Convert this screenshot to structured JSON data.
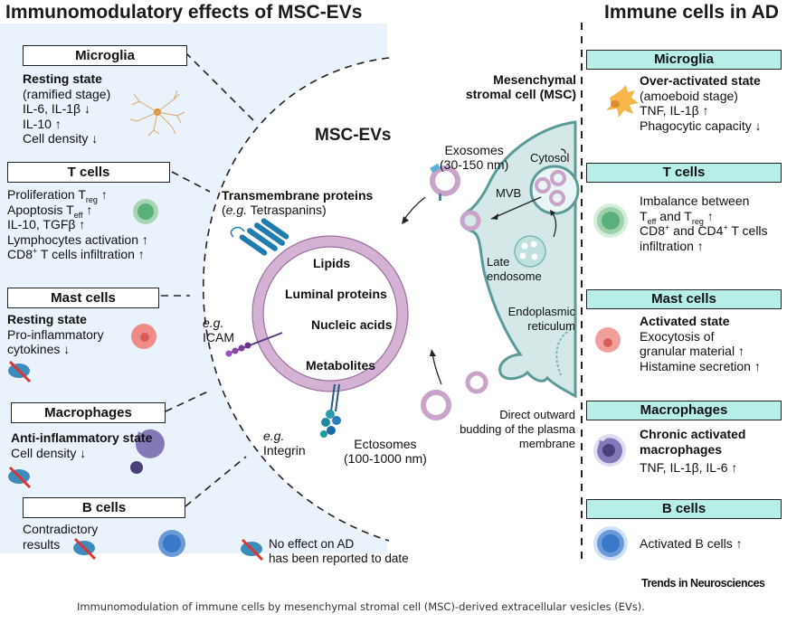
{
  "figure": {
    "left_title": "Immunomodulatory effects of MSC-EVs",
    "right_title": "Immune cells in AD",
    "center_title": "MSC-EVs",
    "journal": "Trends in Neurosciences",
    "caption": "Immunomodulation of immune cells by mesenchymal stromal cell (MSC)-derived extracellular vesicles (EVs)."
  },
  "left_panel": {
    "microglia": {
      "header": "Microglia",
      "state": "Resting state",
      "lines": [
        "(ramified stage)",
        "IL-6, IL-1β ↓",
        "IL-10 ↑",
        "Cell density ↓"
      ]
    },
    "tcells": {
      "header": "T cells",
      "lines": [
        {
          "pre": "Proliferation T",
          "sub": "reg",
          "post": " ↑"
        },
        {
          "pre": "Apoptosis T",
          "sub": "eff",
          "post": " ↑"
        },
        {
          "pre": "IL-10, TGFβ ↑",
          "sub": "",
          "post": ""
        },
        {
          "pre": "Lymphocytes activation ↑",
          "sub": "",
          "post": ""
        },
        {
          "pre": "CD8",
          "sup": "+",
          "post": " T cells infiltration ↑"
        }
      ]
    },
    "mast": {
      "header": "Mast cells",
      "state": "Resting state",
      "lines": [
        "Pro-inflammatory",
        "cytokines ↓"
      ]
    },
    "macrophages": {
      "header": "Macrophages",
      "state": "Anti-inflammatory state",
      "lines": [
        "Cell density ↓"
      ]
    },
    "bcells": {
      "header": "B cells",
      "lines": [
        "Contradictory",
        "results"
      ]
    },
    "legend": {
      "icon": "crossed-brain-icon",
      "lines": [
        "No effect on AD",
        "has been reported to date"
      ]
    }
  },
  "center": {
    "transmembrane": {
      "title": "Transmembrane proteins",
      "eg": "e.g.",
      "example": " Tetraspanins)"
    },
    "cargo": [
      "Lipids",
      "Luminal proteins",
      "Nucleic acids",
      "Metabolites"
    ],
    "icam": [
      "e.g.",
      "ICAM"
    ],
    "integrin": [
      "e.g.",
      "Integrin"
    ],
    "exosomes": [
      "Exosomes",
      "(30-150 nm)"
    ],
    "ectosomes": [
      "Ectosomes",
      "(100-1000 nm)"
    ],
    "msc": [
      "Mesenchymal",
      "stromal cell (MSC)"
    ],
    "cytosol": "Cytosol",
    "mvb": "MVB",
    "late_endosome": [
      "Late",
      "endosome"
    ],
    "er": [
      "Endoplasmic",
      "reticulum"
    ],
    "budding": [
      "Direct outward",
      "budding of the plasma",
      "membrane"
    ]
  },
  "right_panel": {
    "microglia": {
      "header": "Microglia",
      "state": "Over-activated state",
      "lines": [
        "(amoeboid stage)",
        "TNF, IL-1β ↑",
        "Phagocytic capacity ↓"
      ]
    },
    "tcells": {
      "header": "T cells",
      "line1": "Imbalance between",
      "line2_a": "T",
      "line2_sub1": "eff",
      "line2_b": " and T",
      "line2_sub2": "reg",
      "line2_c": " ↑",
      "line3_a": "CD8",
      "line3_sup1": "+",
      "line3_b": " and CD4",
      "line3_sup2": "+",
      "line3_c": " T cells",
      "line4": "infiltration ↑"
    },
    "mast": {
      "header": "Mast cells",
      "state": "Activated state",
      "lines": [
        "Exocytosis of",
        "granular material ↑",
        "Histamine secretion ↑"
      ]
    },
    "macrophages": {
      "header": "Macrophages",
      "state_lines": [
        "Chronic activated",
        "macrophages"
      ],
      "lines": [
        "TNF, IL-1β, IL-6 ↑"
      ]
    },
    "bcells": {
      "header": "B cells",
      "lines": [
        "Activated B cells ↑"
      ]
    }
  },
  "colors": {
    "left_bg": "#eaf2fb",
    "right_header_bg": "#b7efe8",
    "membrane": "#c9a3c9",
    "msc_cell": "#d5e8e8",
    "msc_border": "#5a9a98",
    "tetraspanin": "#1f7cae",
    "microglia_left": "#d9a86c",
    "microglia_right": "#f5b74a",
    "tcell": "#5ab07a",
    "mast": "#ee7c78",
    "macrophage": "#8478b8",
    "bcell": "#3b78c8"
  }
}
